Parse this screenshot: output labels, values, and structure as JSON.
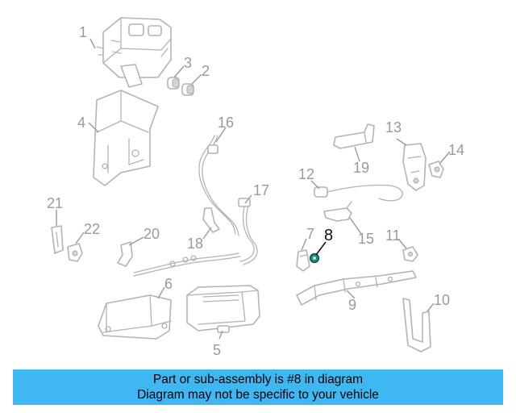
{
  "callouts": [
    "1",
    "2",
    "3",
    "4",
    "5",
    "6",
    "7",
    "8",
    "9",
    "10",
    "11",
    "12",
    "13",
    "14",
    "15",
    "16",
    "17",
    "18",
    "19",
    "20",
    "21",
    "22"
  ],
  "highlighted_part": "8",
  "banner": {
    "line1": "Part or sub-assembly is #8 in diagram",
    "line2": "Diagram may not be specific to your vehicle"
  },
  "colors": {
    "banner_background": "#3fb7f0",
    "highlight_part": "#1f8a7a",
    "line_art": "#b3b3b3"
  }
}
